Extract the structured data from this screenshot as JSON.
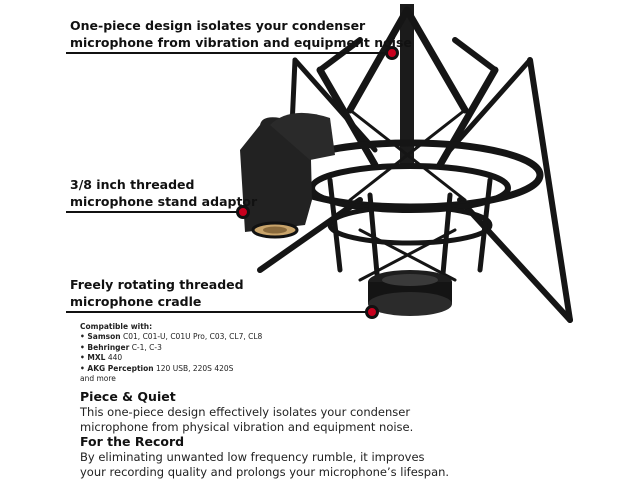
{
  "callouts": [
    {
      "line1": "One-piece design isolates your condenser",
      "line2": "microphone from vibration and equipment noise"
    },
    {
      "line1": "3/8 inch threaded",
      "line2": "microphone stand adaptor"
    },
    {
      "line1": "Freely rotating threaded",
      "line2": "microphone cradle"
    }
  ],
  "compatibility": {
    "heading": "Compatible with:",
    "items": [
      {
        "brand": "• Samson",
        "models": " C01, C01-U, C01U Pro, C03, CL7, CL8"
      },
      {
        "brand": "• Behringer",
        "models": " C-1, C-3"
      },
      {
        "brand": "• MXL",
        "models": " 440"
      },
      {
        "brand": "• AKG Perception",
        "models": " 120 USB, 220S 420S"
      }
    ],
    "more": "and more"
  },
  "features": [
    {
      "title": "Piece & Quiet",
      "line1": "This one-piece design effectively isolates your condenser",
      "line2": "microphone from physical vibration and equipment noise."
    },
    {
      "title": "For the Record",
      "line1": "By eliminating unwanted low frequency rumble, it improves",
      "line2": "your recording quality and prolongs your microphone’s lifespan."
    }
  ],
  "colors": {
    "accent": "#c8001e",
    "text": "#111111",
    "frame": "#151515"
  }
}
